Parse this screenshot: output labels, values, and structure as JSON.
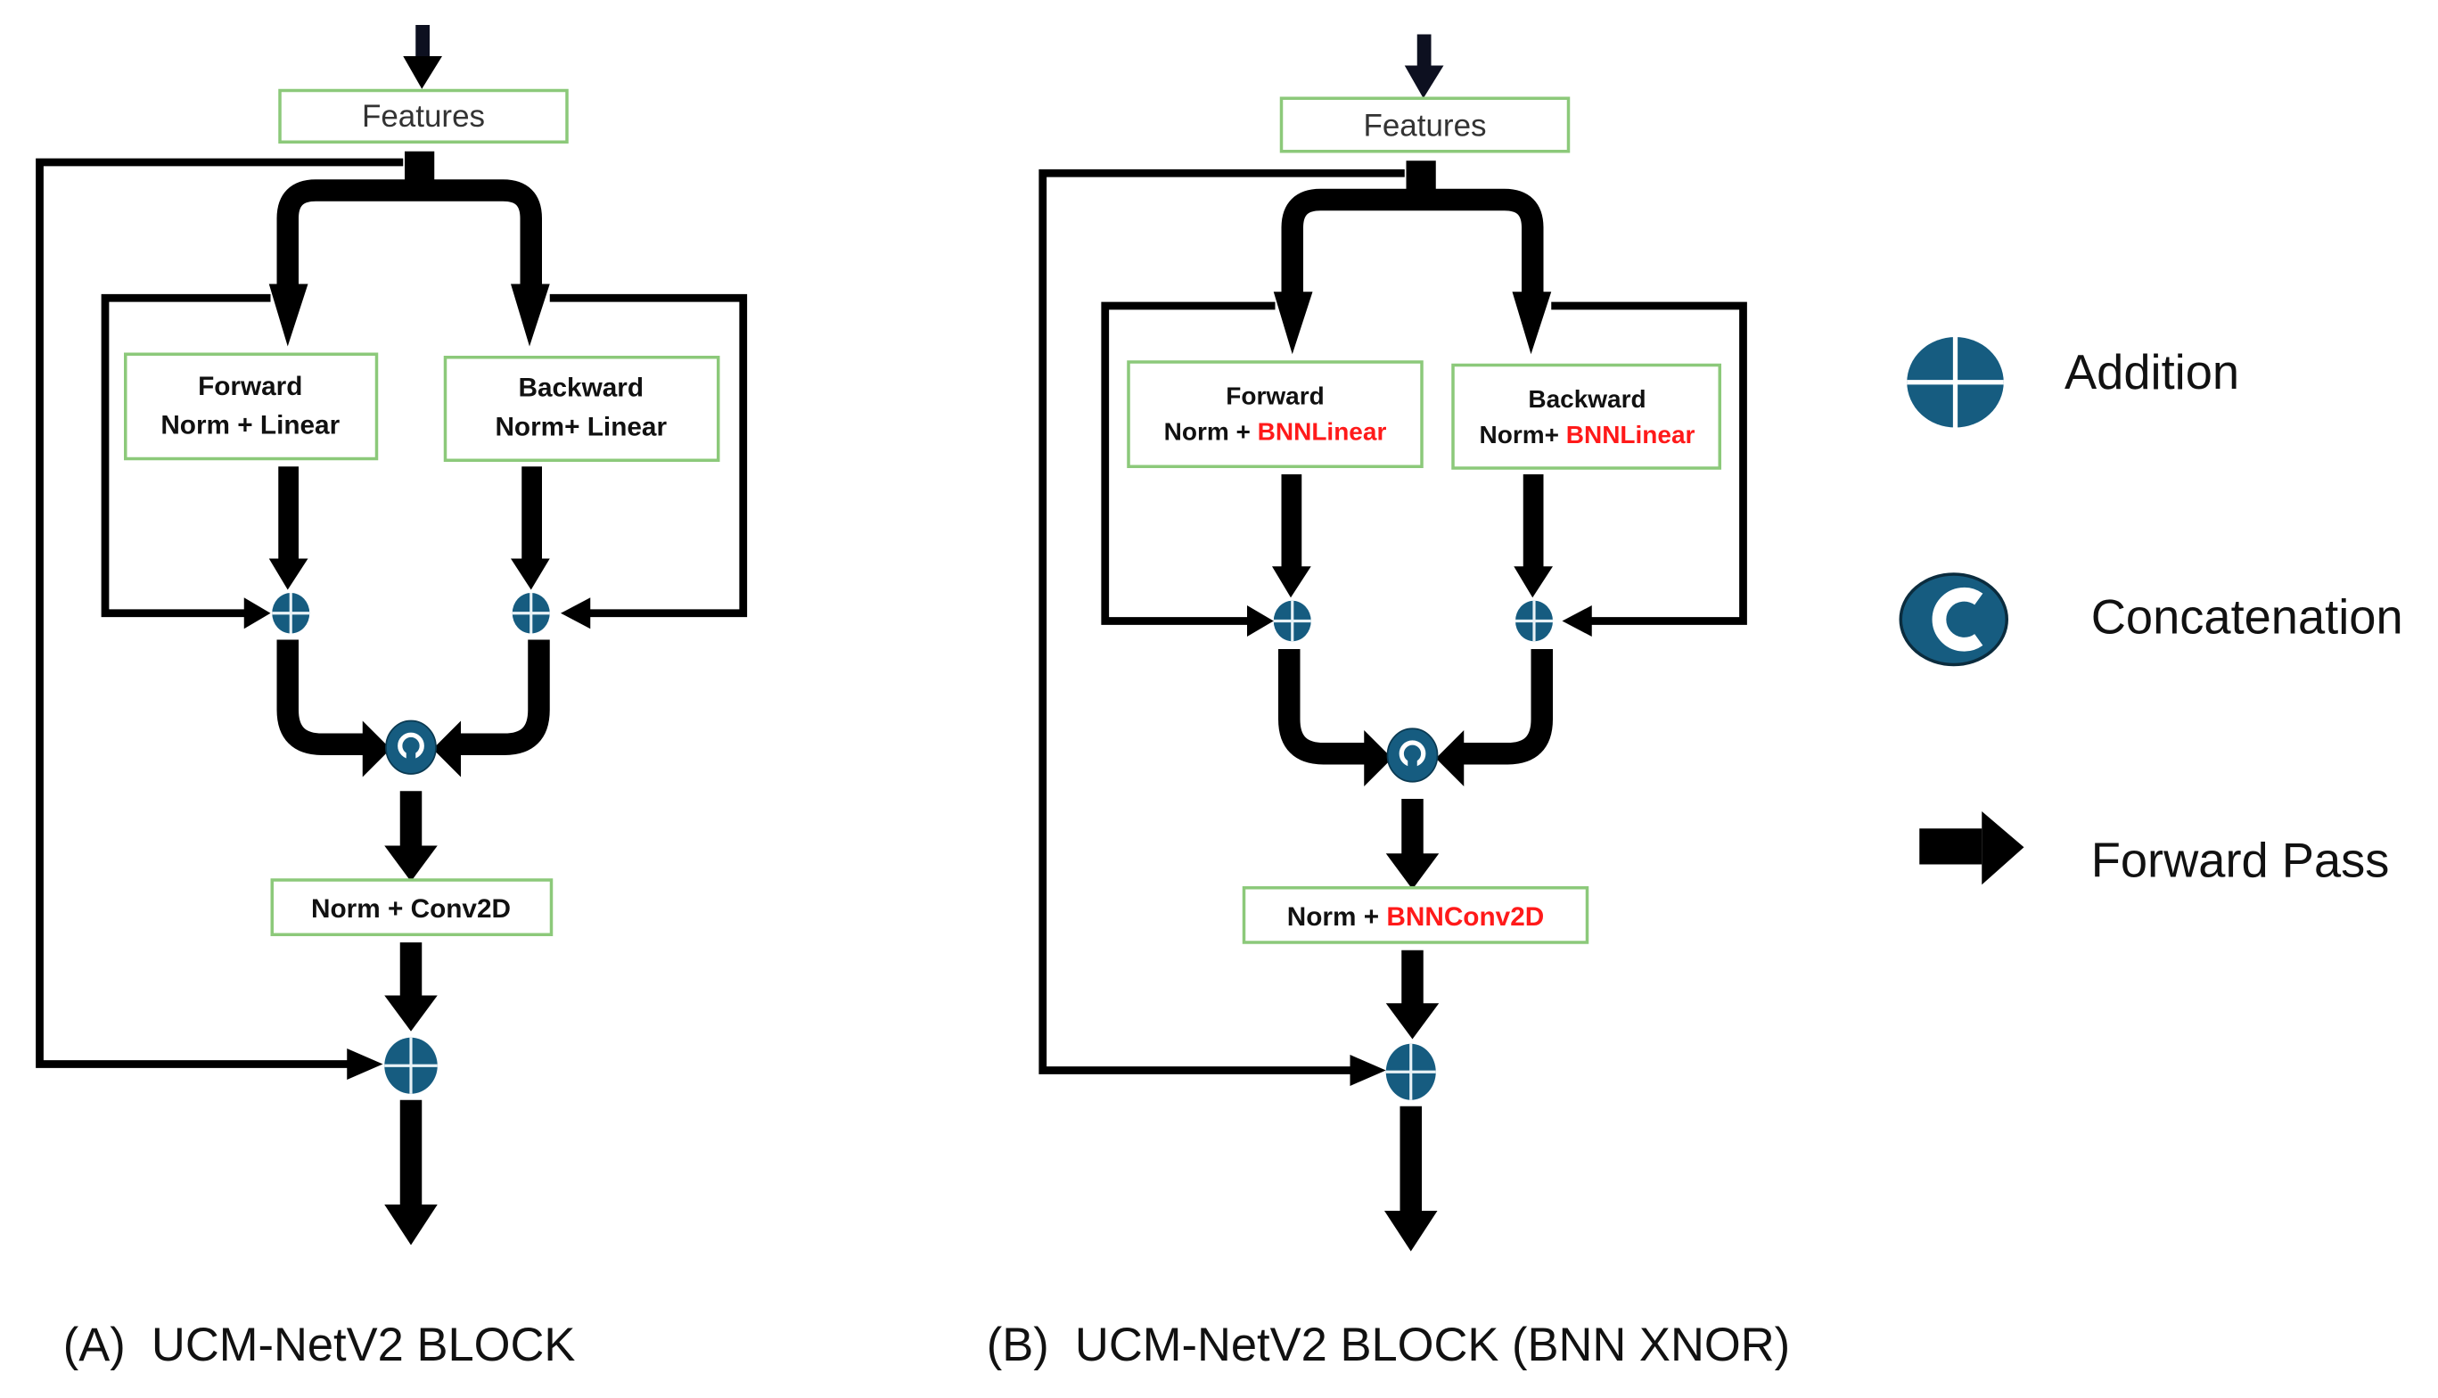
{
  "diagram_a": {
    "features": "Features",
    "forward_title": "Forward",
    "forward_op": "Norm + Linear",
    "backward_title": "Backward",
    "backward_op": "Norm+ Linear",
    "conv": "Norm + Conv2D",
    "caption": "(A)  UCM-NetV2 BLOCK"
  },
  "diagram_b": {
    "features": "Features",
    "forward_title": "Forward",
    "forward_op_prefix": "Norm + ",
    "forward_op_highlight": "BNNLinear",
    "backward_title": "Backward",
    "backward_op_prefix": "Norm+ ",
    "backward_op_highlight": "BNNLinear",
    "conv_prefix": "Norm + ",
    "conv_highlight": "BNNConv2D",
    "caption": "(B)  UCM-NetV2 BLOCK (BNN XNOR)"
  },
  "legend": {
    "items": [
      {
        "icon": "addition-icon",
        "label": "Addition"
      },
      {
        "icon": "concatenation-icon",
        "label": "Concatenation"
      },
      {
        "icon": "forward-pass-arrow-icon",
        "label": "Forward Pass"
      }
    ]
  },
  "colors": {
    "node_fill": "#165c80",
    "box_border": "#8cc97a",
    "highlight_text": "#ff1a1a",
    "arrow": "#000000"
  }
}
